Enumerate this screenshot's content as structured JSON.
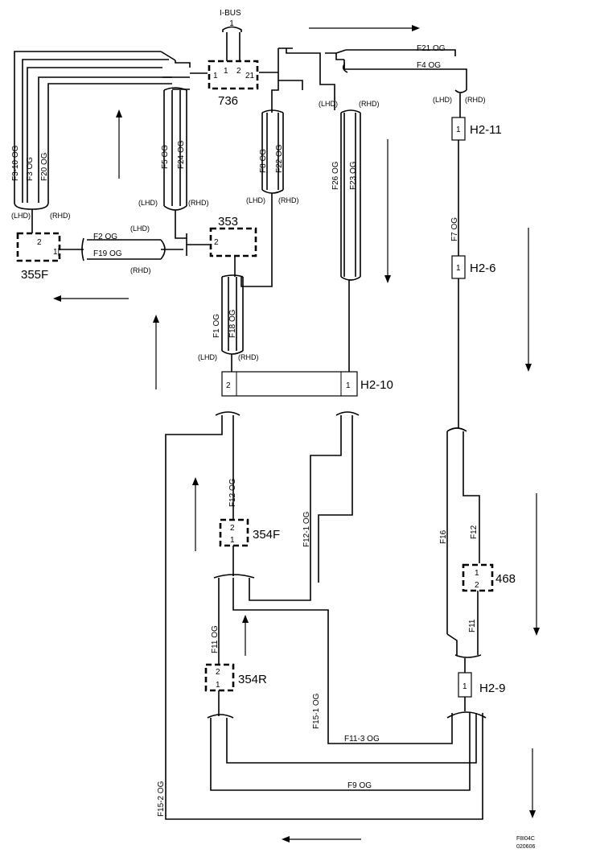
{
  "labels": {
    "ibus": "I-BUS",
    "lhd": "(LHD)",
    "rhd": "(RHD)",
    "code1": "F8I04C",
    "code2": "020606"
  },
  "components": {
    "c736": "736",
    "c353": "353",
    "c355f": "355F",
    "c354f": "354F",
    "c354r": "354R",
    "c468": "468",
    "h2_11": "H2-11",
    "h2_6": "H2-6",
    "h2_10": "H2-10",
    "h2_9": "H2-9"
  },
  "pins": {
    "p1": "1",
    "p2": "2",
    "p21": "21",
    "p11": "1|"
  },
  "wires": {
    "f3_10": "F3-10 OG",
    "f3": "F3 OG",
    "f20": "F20 OG",
    "f5": "F5 OG",
    "f24": "F24 OG",
    "f8": "F8 OG",
    "f22": "F22 OG",
    "f26": "F26 OG",
    "f23": "F23 OG",
    "f21": "F21 OG",
    "f4": "F4 OG",
    "f7": "F7 OG",
    "f2": "F2 OG",
    "f19": "F19 OG",
    "f1": "F1 OG",
    "f18": "F18 OG",
    "f12": "F12 OG",
    "f12_1": "F12-1 OG",
    "f16": "F16",
    "f12b": "F12",
    "f11": "F11",
    "f11og": "F11 OG",
    "f15_1": "F15-1 OG",
    "f11_3": "F11-3 OG",
    "f9": "F9 OG",
    "f15_2": "F15-2 OG"
  }
}
